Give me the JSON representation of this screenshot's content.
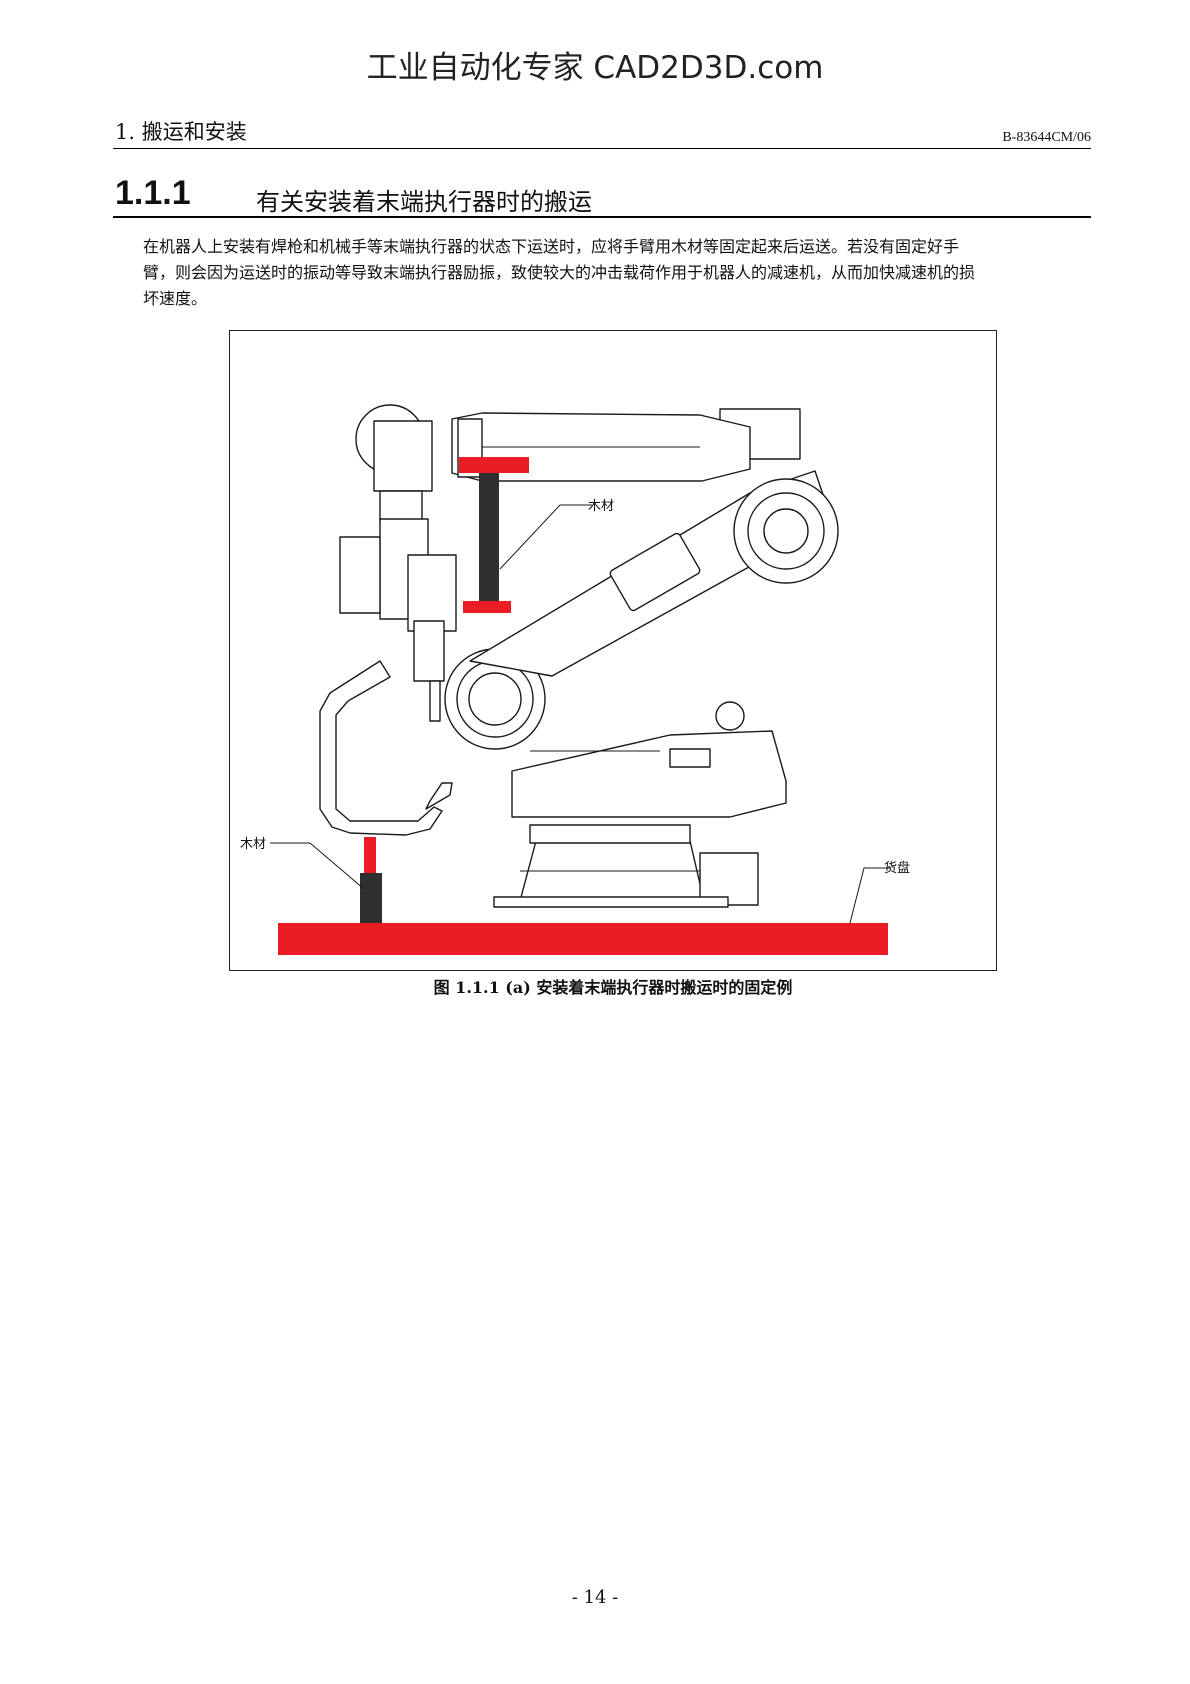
{
  "watermark": "工业自动化专家 CAD2D3D.com",
  "running_header": {
    "chapter": "1. 搬运和安装",
    "doc_number": "B-83644CM/06"
  },
  "section": {
    "number": "1.1.1",
    "title": "有关安装着末端执行器时的搬运"
  },
  "body": {
    "line1": "在机器人上安装有焊枪和机械手等末端执行器的状态下运送时，应将手臂用木材等固定起来后运送。若没有固定好手",
    "line2": "臂，则会因为运送时的振动等导致末端执行器励振，致使较大的冲击载荷作用于机器人的减速机，从而加快减速机的损",
    "line3": "坏速度。"
  },
  "figure": {
    "label_wood_upper": "木材",
    "label_wood_lower": "木材",
    "label_pallet": "货盘",
    "colors": {
      "wood": "#ea1c24",
      "wood_post": "#2f2f2f",
      "pallet": "#ea1c24",
      "line": "#1a1a1a"
    }
  },
  "caption": "图 1.1.1 (a)  安装着末端执行器时搬运时的固定例",
  "page_number": "- 14 -"
}
